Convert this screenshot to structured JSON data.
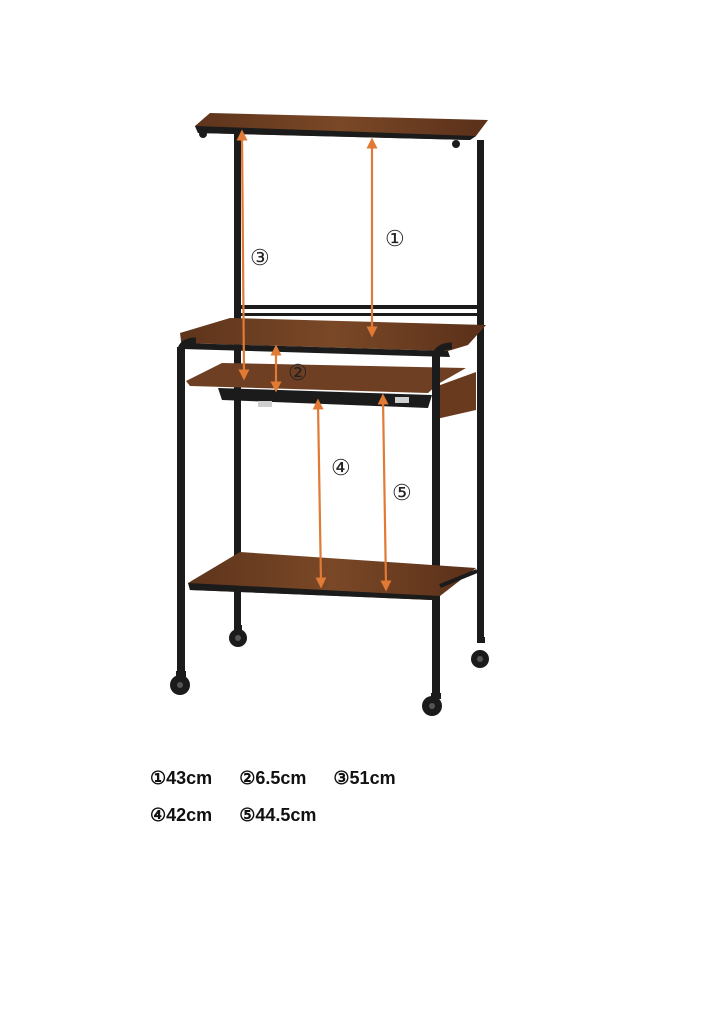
{
  "colors": {
    "wood": "#6e3f22",
    "wood_dark": "#4a2a16",
    "frame": "#1b1b1b",
    "arrow": "#e07a35"
  },
  "callouts": {
    "c1": "①",
    "c2": "②",
    "c3": "③",
    "c4": "④",
    "c5": "⑤"
  },
  "legend": {
    "m1": "①43cm",
    "m2": "②6.5cm",
    "m3": "③51cm",
    "m4": "④42cm",
    "m5": "⑤44.5cm"
  }
}
